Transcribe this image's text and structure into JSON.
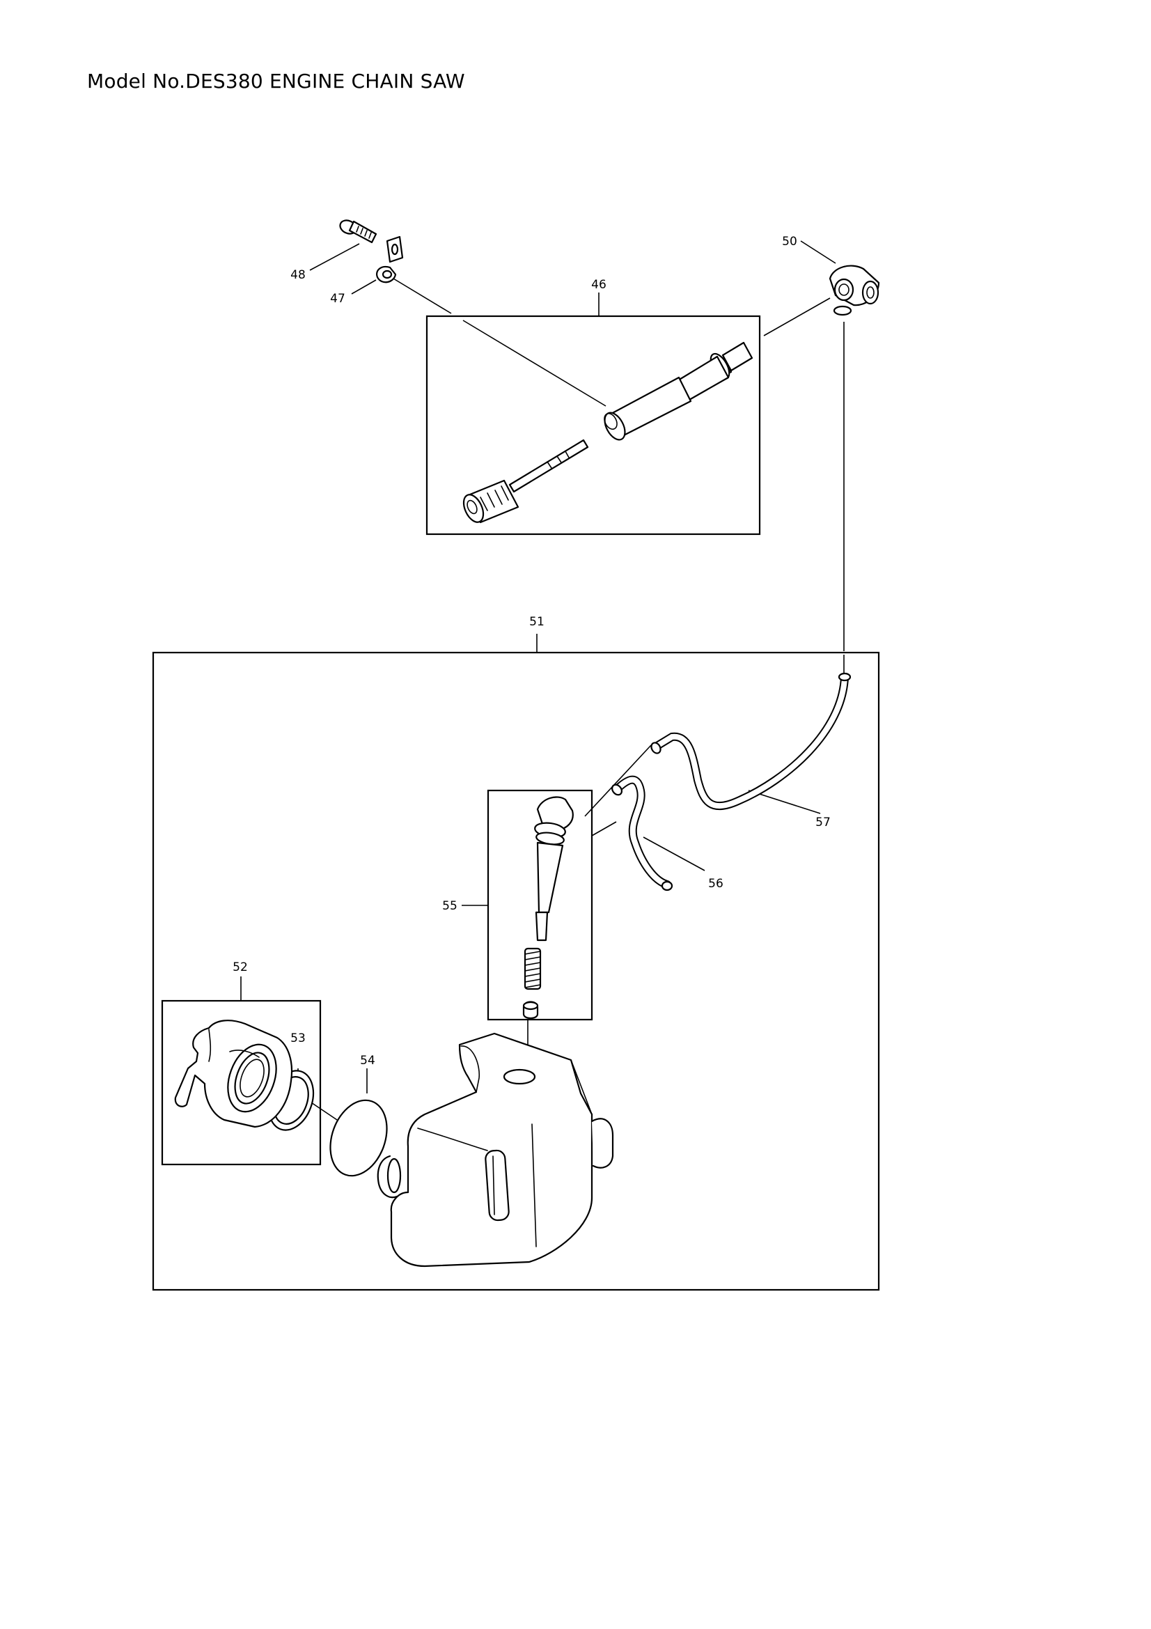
{
  "title": "Model No.DES380 ENGINE CHAIN SAW",
  "parts": [
    {
      "ref": "46"
    },
    {
      "ref": "47"
    },
    {
      "ref": "48"
    },
    {
      "ref": "50"
    },
    {
      "ref": "51"
    },
    {
      "ref": "52"
    },
    {
      "ref": "53"
    },
    {
      "ref": "54"
    },
    {
      "ref": "55"
    },
    {
      "ref": "56"
    },
    {
      "ref": "57"
    }
  ]
}
